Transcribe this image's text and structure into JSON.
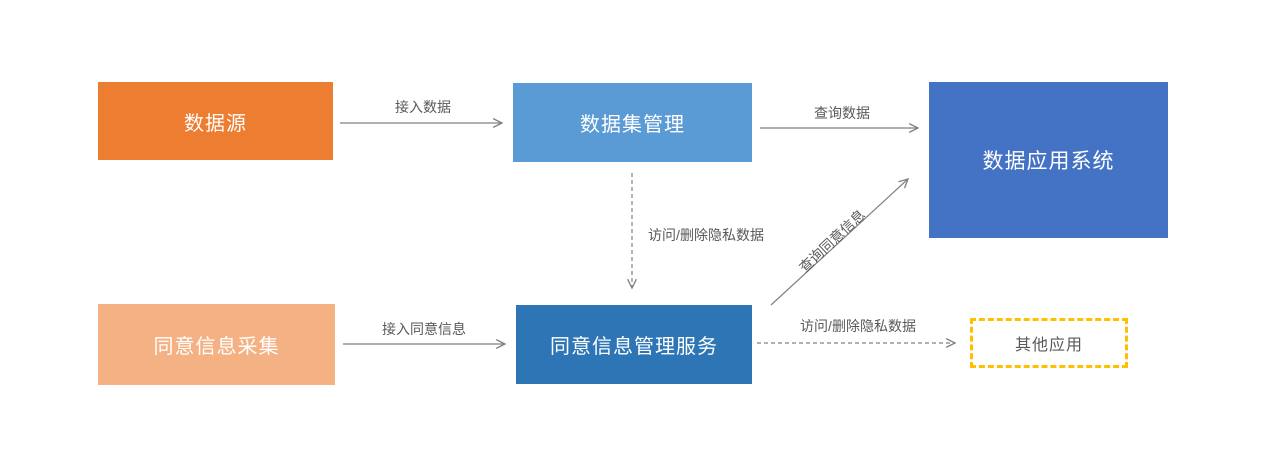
{
  "diagram": {
    "type": "flowchart",
    "background": "#ffffff"
  },
  "nodes": {
    "data_source": {
      "label": "数据源",
      "fill": "#ED7D31",
      "text_color": "#ffffff",
      "shape": "rect"
    },
    "dataset_management": {
      "label": "数据集管理",
      "fill": "#5B9BD5",
      "text_color": "#ffffff",
      "shape": "rect"
    },
    "data_application_system": {
      "label": "数据应用系统",
      "fill": "#4472C4",
      "text_color": "#ffffff",
      "shape": "rect"
    },
    "consent_collection": {
      "label": "同意信息采集",
      "fill": "#F4B183",
      "text_color": "#ffffff",
      "shape": "rect"
    },
    "consent_management_service": {
      "label": "同意信息管理服务",
      "fill": "#2E75B6",
      "text_color": "#ffffff",
      "shape": "rect"
    },
    "other_applications": {
      "label": "其他应用",
      "fill": "#ffffff",
      "text_color": "#595959",
      "shape": "rect-dashed",
      "border_color": "#FFC000"
    }
  },
  "edges": {
    "access_data": {
      "label": "接入数据",
      "from": "data_source",
      "to": "dataset_management",
      "style": "solid",
      "direction": "right"
    },
    "query_data": {
      "label": "查询数据",
      "from": "dataset_management",
      "to": "data_application_system",
      "style": "solid",
      "direction": "right"
    },
    "access_delete_private_data_vertical": {
      "label": "访问/删除隐私数据",
      "from": "dataset_management",
      "to": "consent_management_service",
      "style": "dashed",
      "direction": "down"
    },
    "access_consent_info": {
      "label": "接入同意信息",
      "from": "consent_collection",
      "to": "consent_management_service",
      "style": "solid",
      "direction": "right"
    },
    "query_consent_info": {
      "label": "查询同意信息",
      "from": "consent_management_service",
      "to": "data_application_system",
      "style": "solid",
      "direction": "up-right"
    },
    "access_delete_private_data_horizontal": {
      "label": "访问/删除隐私数据",
      "from": "consent_management_service",
      "to": "other_applications",
      "style": "dashed",
      "direction": "right"
    }
  },
  "colors": {
    "box_orange": "#ED7D31",
    "box_light_orange": "#F4B183",
    "box_light_blue": "#5B9BD5",
    "box_medium_blue": "#2E75B6",
    "box_dark_blue": "#4472C4",
    "dashed_border_yellow": "#FFC000",
    "arrow_gray": "#808080",
    "label_gray": "#595959",
    "node_text_white": "#ffffff"
  }
}
